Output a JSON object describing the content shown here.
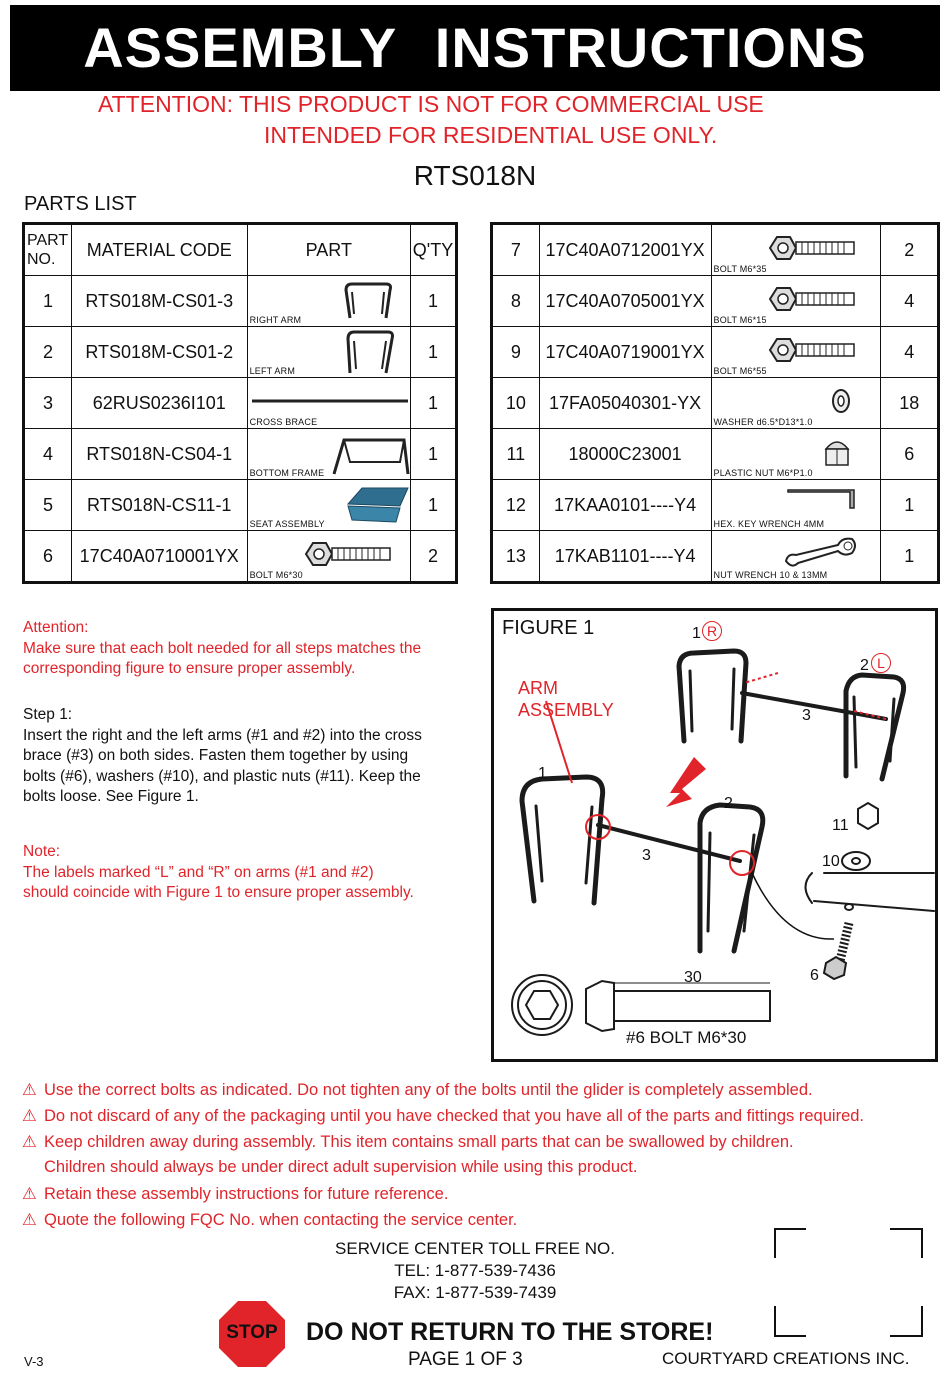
{
  "header": {
    "title": "ASSEMBLY   INSTRUCTIONS",
    "attention_line1": "ATTENTION: THIS PRODUCT IS NOT FOR COMMERCIAL USE",
    "attention_line2": "INTENDED FOR RESIDENTIAL USE ONLY.",
    "model": "RTS018N"
  },
  "parts_list": {
    "title": "PARTS LIST",
    "columns": [
      "PART NO.",
      "MATERIAL CODE",
      "PART",
      "Q'TY"
    ],
    "left": [
      {
        "no": "1",
        "code": "RTS018M-CS01-3",
        "name": "RIGHT ARM",
        "qty": "1",
        "icon": "right-arm-icon"
      },
      {
        "no": "2",
        "code": "RTS018M-CS01-2",
        "name": "LEFT ARM",
        "qty": "1",
        "icon": "left-arm-icon"
      },
      {
        "no": "3",
        "code": "62RUS0236I101",
        "name": "CROSS BRACE",
        "qty": "1",
        "icon": "cross-brace-icon"
      },
      {
        "no": "4",
        "code": "RTS018N-CS04-1",
        "name": "BOTTOM FRAME",
        "qty": "1",
        "icon": "bottom-frame-icon"
      },
      {
        "no": "5",
        "code": "RTS018N-CS11-1",
        "name": "SEAT ASSEMBLY",
        "qty": "1",
        "icon": "seat-assembly-icon"
      },
      {
        "no": "6",
        "code": "17C40A0710001YX",
        "name": "BOLT M6*30",
        "qty": "2",
        "icon": "bolt-icon"
      }
    ],
    "right": [
      {
        "no": "7",
        "code": "17C40A0712001YX",
        "name": "BOLT M6*35",
        "qty": "2",
        "icon": "bolt-icon"
      },
      {
        "no": "8",
        "code": "17C40A0705001YX",
        "name": "BOLT M6*15",
        "qty": "4",
        "icon": "bolt-icon"
      },
      {
        "no": "9",
        "code": "17C40A0719001YX",
        "name": "BOLT M6*55",
        "qty": "4",
        "icon": "bolt-icon"
      },
      {
        "no": "10",
        "code": "17FA05040301-YX",
        "name": "WASHER d6.5*D13*1.0",
        "qty": "18",
        "icon": "washer-icon"
      },
      {
        "no": "11",
        "code": "18000C23001",
        "name": "PLASTIC NUT M6*P1.0",
        "qty": "6",
        "icon": "nut-icon"
      },
      {
        "no": "12",
        "code": "17KAA0101----Y4",
        "name": "HEX. KEY WRENCH 4MM",
        "qty": "1",
        "icon": "hex-key-icon"
      },
      {
        "no": "13",
        "code": "17KAB1101----Y4",
        "name": "NUT WRENCH 10 & 13MM",
        "qty": "1",
        "icon": "nut-wrench-icon"
      }
    ]
  },
  "instructions": {
    "attention_title": "Attention:",
    "attention_text1": "Make sure that each bolt needed for all steps matches the",
    "attention_text2": "corresponding figure to ensure proper assembly.",
    "step_title": "Step 1:",
    "step_lines": [
      "Insert the right and the left arms (#1 and #2) into the cross",
      "brace (#3) on both sides. Fasten them together by using",
      "bolts (#6), washers (#10), and plastic nuts (#11). Keep the",
      "bolts loose. See Figure 1."
    ],
    "note_title": "Note:",
    "note_lines": [
      "The labels marked “L” and “R” on arms (#1 and #2)",
      "should coincide with Figure 1 to ensure proper assembly."
    ]
  },
  "figure": {
    "title": "FIGURE 1",
    "arm_assembly_line1": "ARM",
    "arm_assembly_line2": "ASSEMBLY",
    "label_1": "1",
    "label_2": "2",
    "label_3": "3",
    "label_6": "6",
    "label_10": "10",
    "label_11": "11",
    "mark_r": "R",
    "mark_l": "L",
    "dim_30": "30",
    "bolt_caption": "#6 BOLT M6*30"
  },
  "warnings": [
    "Use the correct bolts as indicated. Do not tighten any of the bolts until the glider is completely assembled.",
    "Do not discard of any of the packaging until you have checked that you have all of the parts and fittings required.",
    "Keep children away during assembly. This item contains small parts that can be swallowed by children.",
    "Children should always be under direct adult supervision while using this product.",
    "Retain these assembly instructions for future reference.",
    "Quote the following FQC No. when contacting the service center."
  ],
  "service": {
    "title": "SERVICE CENTER TOLL FREE NO.",
    "tel": "TEL: 1-877-539-7436",
    "fax": "FAX: 1-877-539-7439"
  },
  "footer": {
    "stop_sign": "STOP",
    "do_not_return": "DO NOT RETURN TO THE STORE!",
    "version": "V-3",
    "page": "PAGE 1 OF 3",
    "company": "COURTYARD CREATIONS INC."
  },
  "colors": {
    "accent_red": "#e0242a",
    "black": "#111111",
    "seat_blue": "#2f6e8e"
  }
}
